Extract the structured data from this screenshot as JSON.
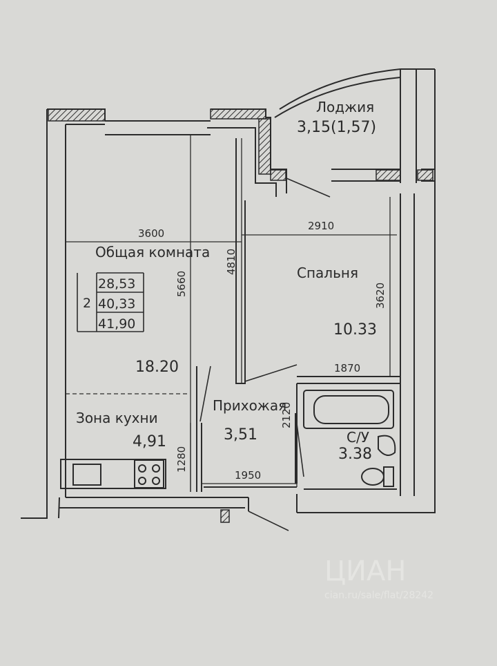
{
  "rooms": {
    "loggia": {
      "name": "Лоджия",
      "area": "3,15(1,57)"
    },
    "living": {
      "name": "Общая комната",
      "area": "18.20"
    },
    "bedroom": {
      "name": "Спальня",
      "area": "10.33"
    },
    "kitchen": {
      "name": "Зона кухни",
      "area": "4,91"
    },
    "hall": {
      "name": "Прихожая",
      "area": "3,51"
    },
    "bathroom": {
      "name": "С/У",
      "area": "3.38"
    }
  },
  "area_table": {
    "rooms_count": "2",
    "values": [
      "28,53",
      "40,33",
      "41,90"
    ]
  },
  "dimensions": {
    "living_width": "3600",
    "bedroom_width": "2910",
    "living_depth": "5660",
    "living_depth_inner": "4810",
    "bedroom_depth": "3620",
    "bath_width": "1870",
    "hall_width": "1950",
    "bath_depth": "2120",
    "kitchen_depth": "1280"
  },
  "watermark": {
    "text": "ЦИАН",
    "sub": "cian.ru/sale/flat/28242"
  }
}
